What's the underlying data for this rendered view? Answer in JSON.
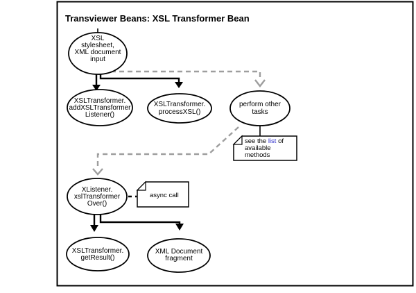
{
  "title": "Transviewer Beans: XSL Transformer Bean",
  "colors": {
    "line": "#000000",
    "dashed_line": "#9e9e9e",
    "link": "#3333cc",
    "background": "#ffffff"
  },
  "nodes": {
    "input": {
      "lines": [
        "XSL",
        "stylesheet,",
        "XML document",
        "input"
      ]
    },
    "add_listener": {
      "lines": [
        "XSLTransformer.",
        "addXSLTransformer",
        "Listener()"
      ]
    },
    "process_xsl": {
      "lines": [
        "XSLTransformer.",
        "processXSL()"
      ]
    },
    "perform_other": {
      "lines": [
        "perform other",
        "tasks"
      ]
    },
    "xlistener": {
      "lines": [
        "XListener.",
        "xslTransformer",
        "Over()"
      ]
    },
    "get_result": {
      "lines": [
        "XSLTransformer.",
        "getResult()"
      ]
    },
    "xml_fragment": {
      "lines": [
        "XML Document",
        "fragment"
      ]
    }
  },
  "notes": {
    "methods": {
      "pre": "see the ",
      "link": "list",
      "post": " of",
      "line2": "available",
      "line3": "methods"
    },
    "async": {
      "label": "async call"
    }
  }
}
